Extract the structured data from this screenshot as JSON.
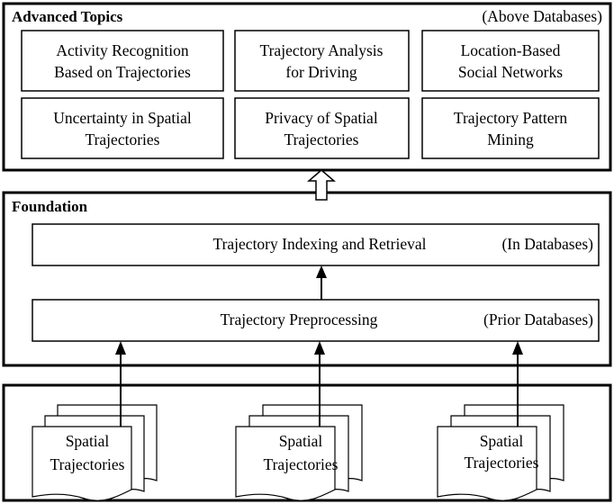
{
  "advanced": {
    "title": "Advanced Topics",
    "note": "(Above Databases)",
    "topics": [
      [
        "Activity Recognition",
        "Based on Trajectories"
      ],
      [
        "Trajectory Analysis",
        "for Driving"
      ],
      [
        "Location-Based",
        "Social Networks"
      ],
      [
        "Uncertainty in Spatial",
        "Trajectories"
      ],
      [
        "Privacy of Spatial",
        "Trajectories"
      ],
      [
        "Trajectory Pattern",
        "Mining"
      ]
    ]
  },
  "foundation": {
    "title": "Foundation",
    "indexing": {
      "label": "Trajectory Indexing and Retrieval",
      "note": "(In Databases)"
    },
    "preprocessing": {
      "label": "Trajectory Preprocessing",
      "note": "(Prior Databases)"
    }
  },
  "sources": {
    "documents": [
      [
        "Spatial",
        "Trajectories"
      ],
      [
        "Spatial",
        "Trajectories"
      ],
      [
        "Spatial",
        "Trajectories"
      ]
    ]
  }
}
